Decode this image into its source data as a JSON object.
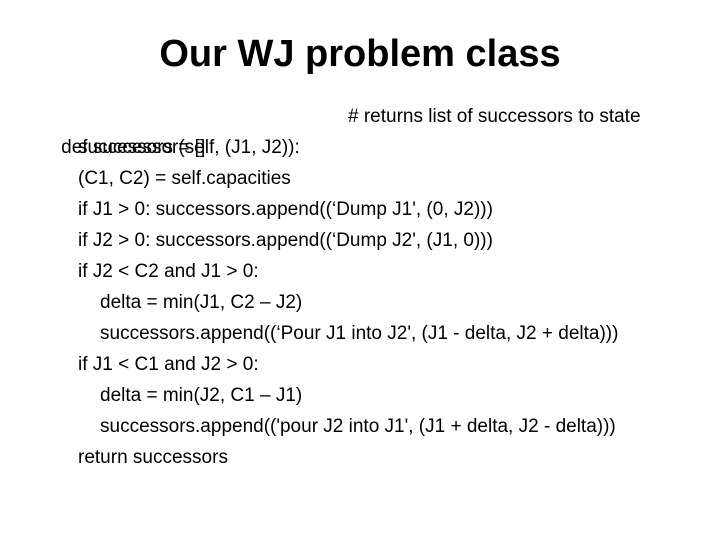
{
  "slide": {
    "title": "Our WJ problem class"
  },
  "code": {
    "signature": "def successor(self, (J1, J2)):",
    "signature_comment": "# returns list of successors to state",
    "lines": [
      "successors = []",
      "(C1, C2) = self.capacities",
      "if J1 > 0: successors.append((‘Dump J1', (0, J2)))",
      "if J2 > 0: successors.append((‘Dump J2', (J1, 0)))",
      "if J2 < C2 and J1 > 0:",
      "delta = min(J1, C2 – J2)",
      "successors.append((‘Pour J1 into J2', (J1 - delta, J2 + delta)))",
      "if J1 < C1 and J2 > 0:",
      "delta = min(J2, C1 – J1)",
      "successors.append(('pour J2 into J1', (J1 + delta, J2 - delta)))",
      "return successors"
    ]
  }
}
